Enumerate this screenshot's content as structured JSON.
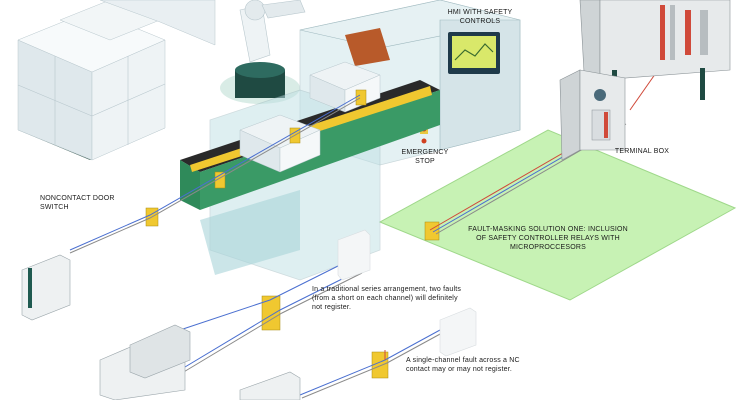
{
  "labels": {
    "hmi": "HMI WITH SAFETY CONTROLS",
    "emergency_stop": "EMERGENCY STOP",
    "terminal_box": "TERMINAL BOX",
    "noncontact_door_switch": "NONCONTACT DOOR SWITCH",
    "fault_masking": "FAULT-MASKING SOLUTION ONE: INCLUSION OF SAFETY CONTROLLER RELAYS WITH MICROPROCCESORS",
    "note_series": "In a traditional series arrangement, two faults (from a short on each channel) will definitely not register.",
    "note_single": "A single-channel fault across a NC contact may or may not register."
  }
}
